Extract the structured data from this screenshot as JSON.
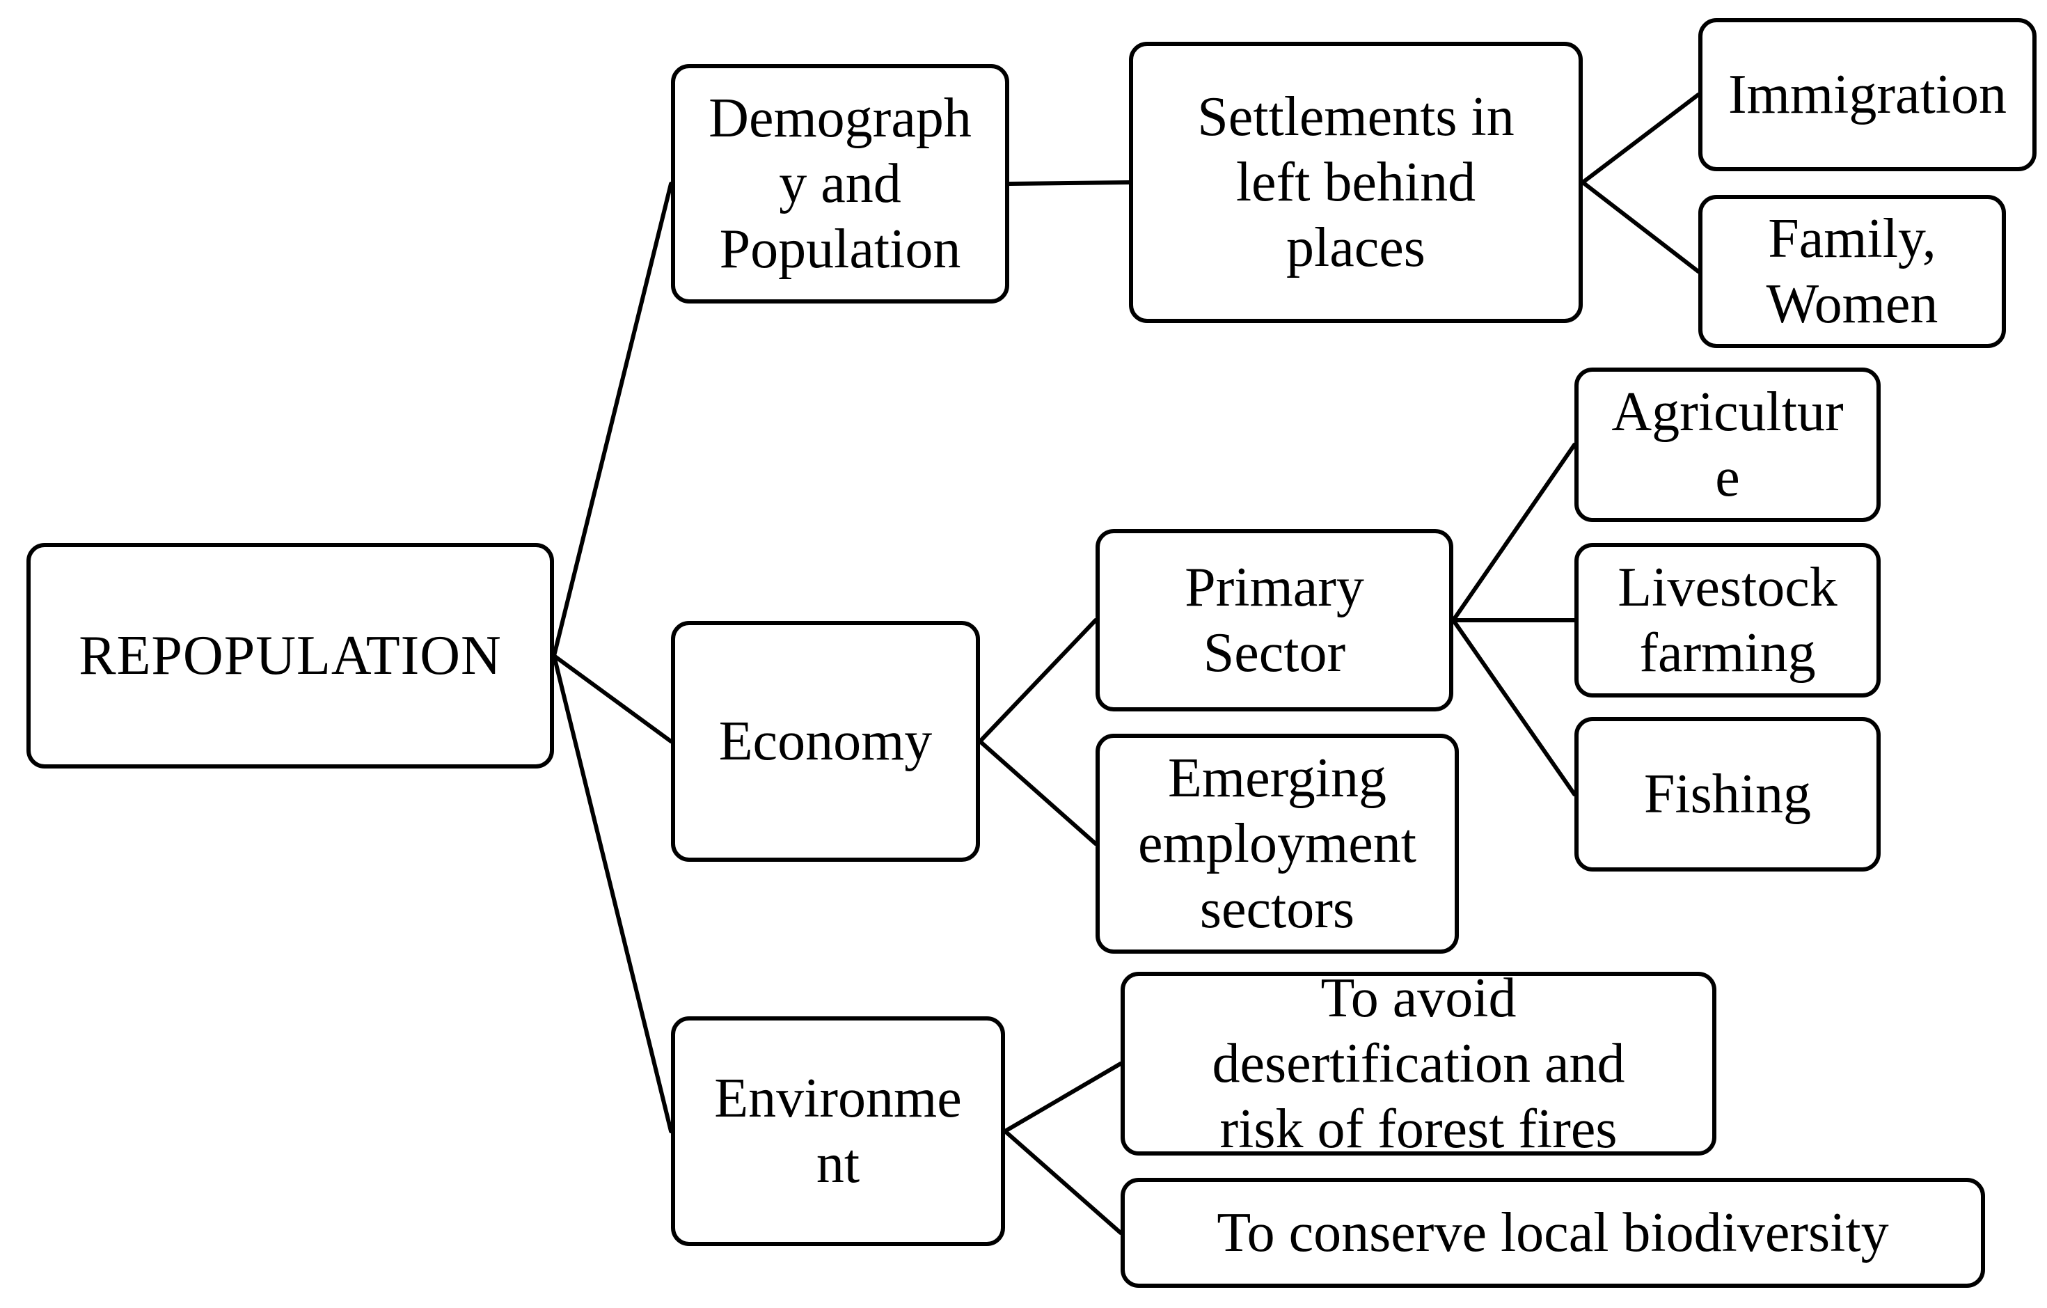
{
  "colors": {
    "line": "#000000",
    "fill": "#ffffff",
    "text": "#000000"
  },
  "nodes": {
    "root": "REPOPULATION",
    "demography": "Demograph\ny and\nPopulation",
    "economy": "Economy",
    "environment": "Environme\nnt",
    "settlements": "Settlements in\nleft behind\nplaces",
    "immigration": "Immigration",
    "family": "Family,\nWomen",
    "primary": "Primary\nSector",
    "emerging": "Emerging\nemployment\nsectors",
    "agriculture": "Agricultur\ne",
    "livestock": "Livestock\nfarming",
    "fishing": "Fishing",
    "desertification": "To avoid\ndesertification and\nrisk of forest fires",
    "biodiversity": "To conserve local biodiversity"
  },
  "edges": [
    [
      "root",
      "demography"
    ],
    [
      "root",
      "economy"
    ],
    [
      "root",
      "environment"
    ],
    [
      "demography",
      "settlements"
    ],
    [
      "settlements",
      "immigration"
    ],
    [
      "settlements",
      "family"
    ],
    [
      "economy",
      "primary"
    ],
    [
      "economy",
      "emerging"
    ],
    [
      "primary",
      "agriculture"
    ],
    [
      "primary",
      "livestock"
    ],
    [
      "primary",
      "fishing"
    ],
    [
      "environment",
      "desertification"
    ],
    [
      "environment",
      "biodiversity"
    ]
  ]
}
